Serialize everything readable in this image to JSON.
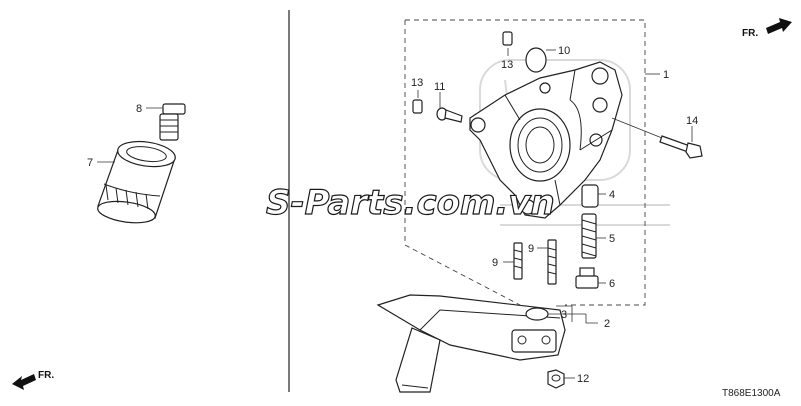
{
  "diagram": {
    "catalog_code": "T868E1300A",
    "watermark": "S-Parts.com.vn",
    "direction_label": "FR.",
    "callouts": {
      "p1": "1",
      "p2": "2",
      "p3": "3",
      "p4": "4",
      "p5": "5",
      "p6": "6",
      "p7": "7",
      "p8": "8",
      "p9a": "9",
      "p9b": "9",
      "p10": "10",
      "p11": "11",
      "p12": "12",
      "p13a": "13",
      "p13b": "13",
      "p14": "14"
    }
  }
}
